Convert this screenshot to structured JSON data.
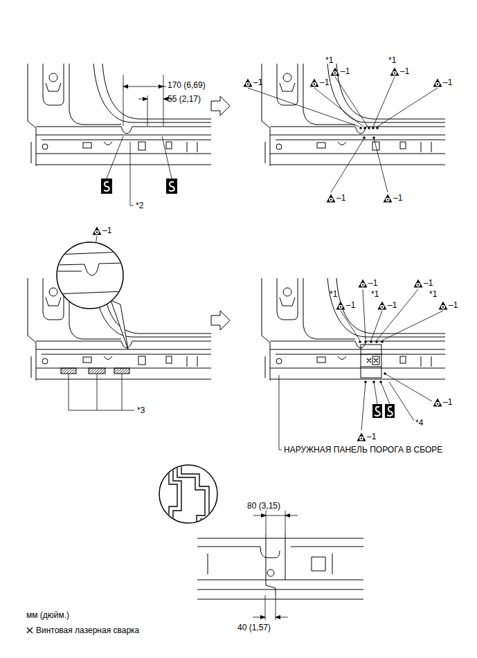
{
  "diagram": {
    "labels": [
      "170 (6,69)",
      "55 (2,17)",
      "*2",
      "*1",
      "*1",
      "–1",
      "–1",
      "–1",
      "–1",
      "–1",
      "–1",
      "–1",
      "–1",
      "*3",
      "*1",
      "*1",
      "*1",
      "–1",
      "–1",
      "–1",
      "–1",
      "–1",
      "–1",
      "–1",
      "*4",
      "НАРУЖНАЯ ПАНЕЛЬ ПОРОГА В СБОРЕ",
      "80 (3,15)",
      "40 (1,57)",
      "мм (дюйм.)"
    ],
    "legend": [
      {
        "text": "Винтовая лазерная сварка"
      }
    ]
  }
}
